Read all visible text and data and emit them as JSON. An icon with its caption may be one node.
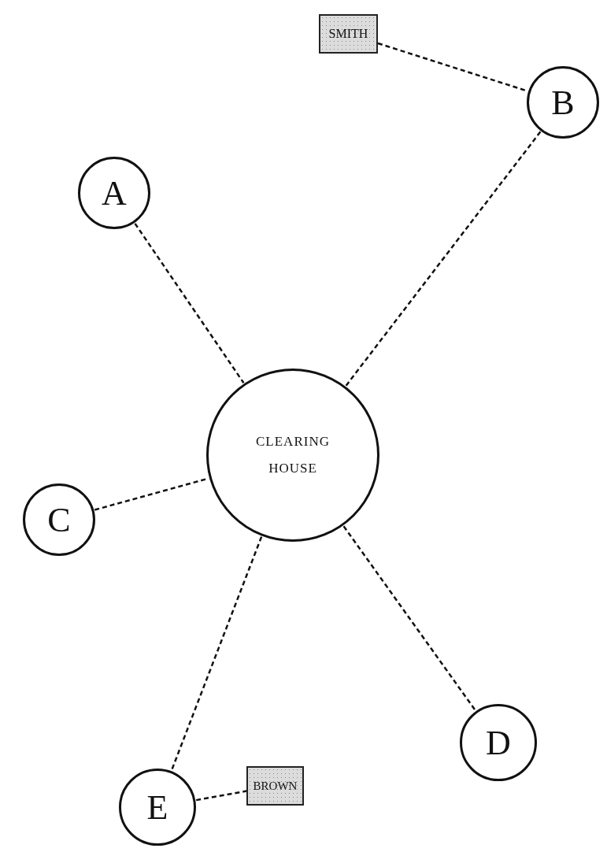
{
  "diagram": {
    "nodes": [
      {
        "text": [
          "SMITH"
        ]
      },
      {
        "text": [
          "B"
        ]
      },
      {
        "text": [
          "A"
        ]
      },
      {
        "text": [
          "CLEARING HOUSE"
        ]
      },
      {
        "text": [
          "C"
        ]
      },
      {
        "text": [
          "D"
        ]
      },
      {
        "text": [
          "E"
        ]
      },
      {
        "text": [
          "BROWN"
        ]
      }
    ],
    "edges": [
      {
        "from": 0,
        "to": 1,
        "arrow": "none",
        "style": "dashed"
      },
      {
        "from": 2,
        "to": 3,
        "arrow": "none",
        "style": "dashed"
      },
      {
        "from": 1,
        "to": 3,
        "arrow": "none",
        "style": "dashed"
      },
      {
        "from": 4,
        "to": 3,
        "arrow": "none",
        "style": "dashed"
      },
      {
        "from": 3,
        "to": 5,
        "arrow": "none",
        "style": "dashed"
      },
      {
        "from": 3,
        "to": 6,
        "arrow": "none",
        "style": "dashed"
      },
      {
        "from": 6,
        "to": 7,
        "arrow": "none",
        "style": "dashed"
      }
    ]
  }
}
